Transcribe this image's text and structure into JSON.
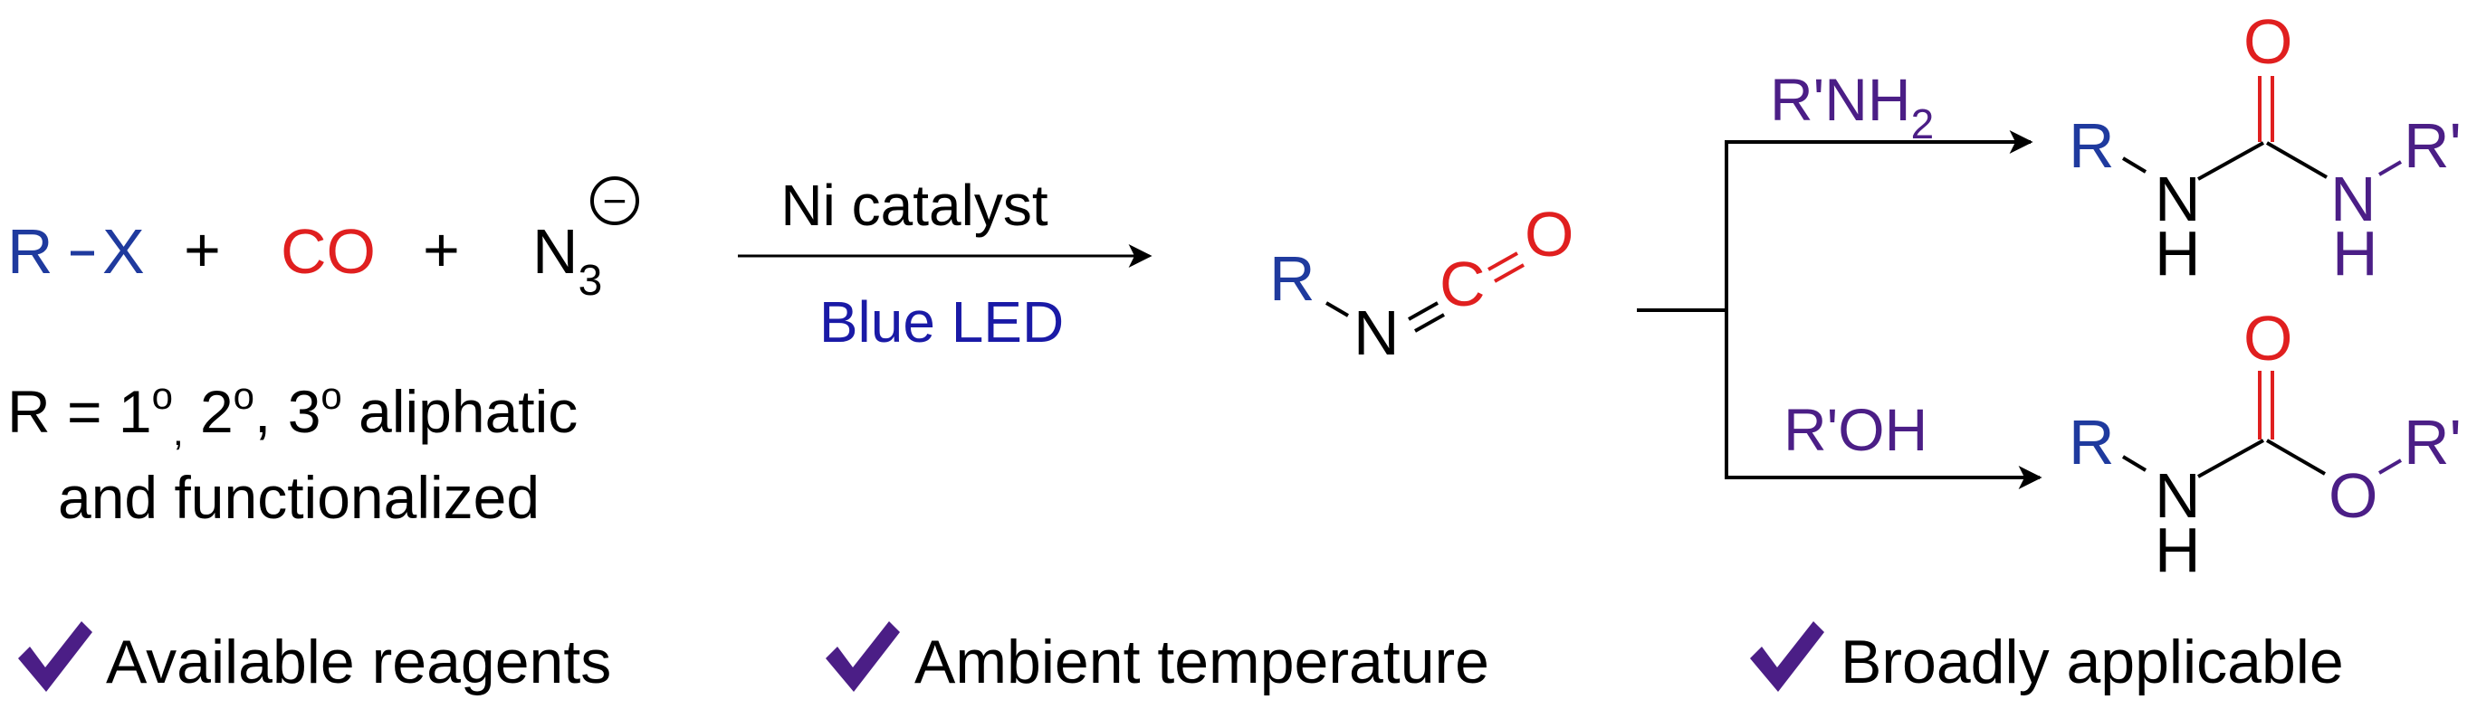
{
  "colors": {
    "blue": "#1f3a9e",
    "red": "#e01f1f",
    "purple": "#4b1e86",
    "black": "#000000"
  },
  "reactants": {
    "rx_r": "R",
    "rx_x": "X",
    "plus1": "+",
    "co": "CO",
    "plus2": "+",
    "azide_n": "N",
    "azide_sub": "3",
    "azide_charge": "−"
  },
  "scope": {
    "line1": {
      "prefix": "R = 1",
      "sup1": "o",
      "comma": ",",
      "mid1": " 2",
      "sup2": "o",
      "mid2": ", 3",
      "sup3": "o",
      "suffix": " aliphatic"
    },
    "line2": "and functionalized"
  },
  "conditions": {
    "catalyst": "Ni catalyst",
    "light": "Blue LED"
  },
  "isocyanate": {
    "r": "R",
    "n": "N",
    "c": "C",
    "o": "O"
  },
  "branches": {
    "top_reagent": {
      "main": "R'NH",
      "sub": "2"
    },
    "bottom_reagent": "R'OH"
  },
  "urea": {
    "r": "R",
    "n1": "N",
    "h1": "H",
    "o": "O",
    "n2": "N",
    "h2": "H",
    "r2": "R'"
  },
  "carbamate": {
    "r": "R",
    "n1": "N",
    "h1": "H",
    "o_top": "O",
    "o_ester": "O",
    "r2": "R'"
  },
  "features": [
    {
      "label": "Available reagents",
      "icon": "checkmark-icon"
    },
    {
      "label": "Ambient temperature",
      "icon": "checkmark-icon"
    },
    {
      "label": "Broadly applicable",
      "icon": "checkmark-icon"
    }
  ]
}
